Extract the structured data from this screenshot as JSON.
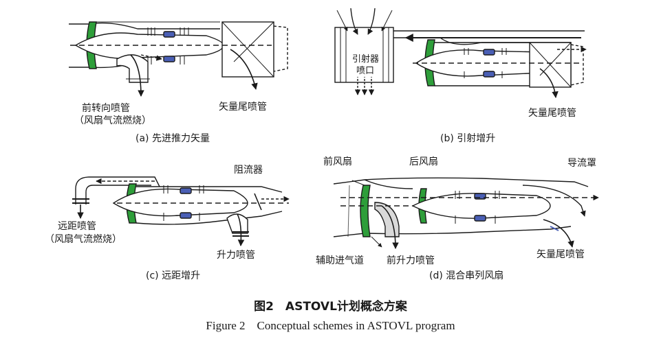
{
  "panels": {
    "a": {
      "caption": "(a) 先进推力矢量",
      "label_front": "前转向喷管",
      "label_front_sub": "（风扇气流燃烧）",
      "label_rear": "矢量尾喷管"
    },
    "b": {
      "caption": "(b) 引射增升",
      "label_ejector_1": "引射器",
      "label_ejector_2": "喷口",
      "label_rear": "矢量尾喷管"
    },
    "c": {
      "caption": "(c) 远距增升",
      "label_blocker": "阻流器",
      "label_remote": "远距喷管",
      "label_remote_sub": "（风扇气流燃烧）",
      "label_lift": "升力喷管"
    },
    "d": {
      "caption": "(d) 混合串列风扇",
      "label_front_fan": "前风扇",
      "label_rear_fan": "后风扇",
      "label_fairing": "导流罩",
      "label_aux": "辅助进气道",
      "label_front_lift": "前升力喷管",
      "label_rear": "矢量尾喷管"
    }
  },
  "figure": {
    "title_cn": "图2　ASTOVL计划概念方案",
    "title_en": "Figure 2　Conceptual schemes in ASTOVL program"
  },
  "colors": {
    "fan_green": "#2e9e3a",
    "compressor_blue": "#4a5fb5",
    "line": "#1a1a1a",
    "shade": "#d9d9d9"
  }
}
